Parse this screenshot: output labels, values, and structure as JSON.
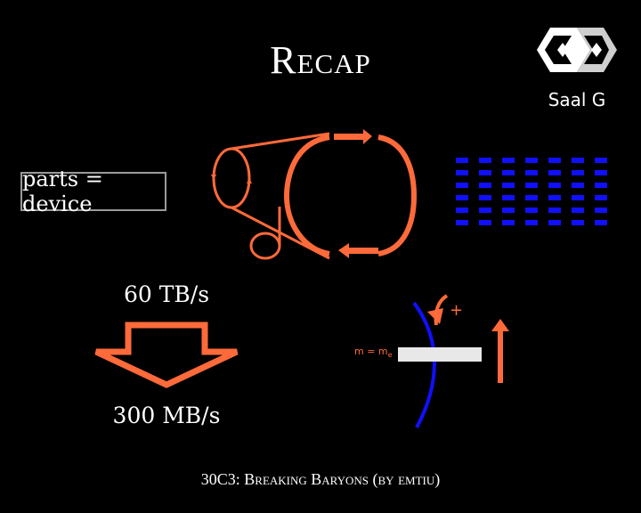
{
  "slide": {
    "title": "Recap",
    "footer": "30C3: Breaking Baryons (by emtiu)"
  },
  "logo": {
    "room_label": "Saal G",
    "icon": "30c3-logo-icon"
  },
  "left_box": {
    "equation": "parts = device"
  },
  "data_rates": {
    "input": "60 TB/s",
    "output": "300 MB/s"
  },
  "magnet_diagram": {
    "mass_label": "m = m",
    "mass_subscript": "e",
    "charge_sign": "+"
  },
  "colors": {
    "background": "#000000",
    "accent_orange": "#ff6a3a",
    "detector_blue": "#1010ff",
    "text": "#ffffff"
  }
}
